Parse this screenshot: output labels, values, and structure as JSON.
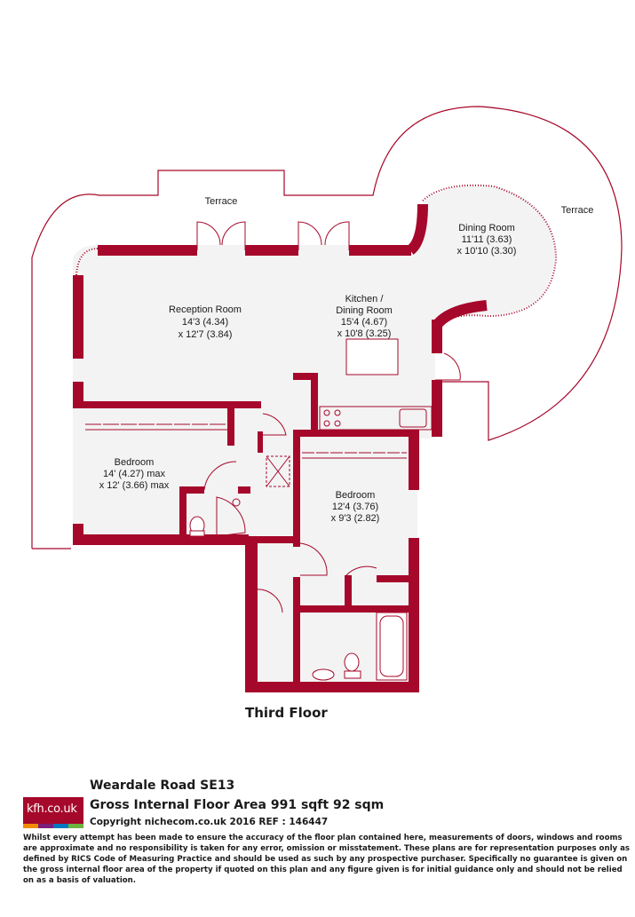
{
  "plan": {
    "colors": {
      "wall": "#a6082b",
      "floor": "#f3f3f3",
      "terrace": "#ffffff"
    },
    "rooms": [
      {
        "id": "terrace-top",
        "name": "Terrace"
      },
      {
        "id": "terrace-right",
        "name": "Terrace"
      },
      {
        "id": "dining",
        "name": "Dining Room",
        "dims": [
          "11'11 (3.63)",
          "x 10'10 (3.30)"
        ]
      },
      {
        "id": "reception",
        "name": "Reception Room",
        "dims": [
          "14'3 (4.34)",
          "x 12'7 (3.84)"
        ]
      },
      {
        "id": "kitchen",
        "name": "Kitchen /",
        "name2": "Dining Room",
        "dims": [
          "15'4 (4.67)",
          "x 10'8 (3.25)"
        ]
      },
      {
        "id": "bedroom1",
        "name": "Bedroom",
        "dims": [
          "14' (4.27) max",
          "x 12' (3.66) max"
        ]
      },
      {
        "id": "bedroom2",
        "name": "Bedroom",
        "dims": [
          "12'4 (3.76)",
          "x 9'3 (2.82)"
        ]
      }
    ],
    "floor_label": "Third Floor"
  },
  "footer": {
    "logo_text": "kfh.co.uk",
    "logo_stripe_colors": [
      "#f28c00",
      "#7a1f7a",
      "#0078bf",
      "#6cb33f"
    ],
    "address": "Weardale Road SE13",
    "area": "Gross Internal Floor Area 991 sqft 92 sqm",
    "copyright": "Copyright nichecom.co.uk 2016 REF : 146447",
    "disclaimer": "Whilst every attempt has been made to ensure the accuracy of the floor plan contained here, measurements of doors, windows and rooms are approximate and no responsibility is taken for any error, omission or misstatement.  These plans are for representation purposes only as defined by RICS Code of Measuring Practice and should be used as such by any prospective purchaser.  Specifically no guarantee is given on the gross internal floor area of the property if quoted on this plan and any figure given is for initial guidance only and should not be relied on as a basis of valuation."
  }
}
